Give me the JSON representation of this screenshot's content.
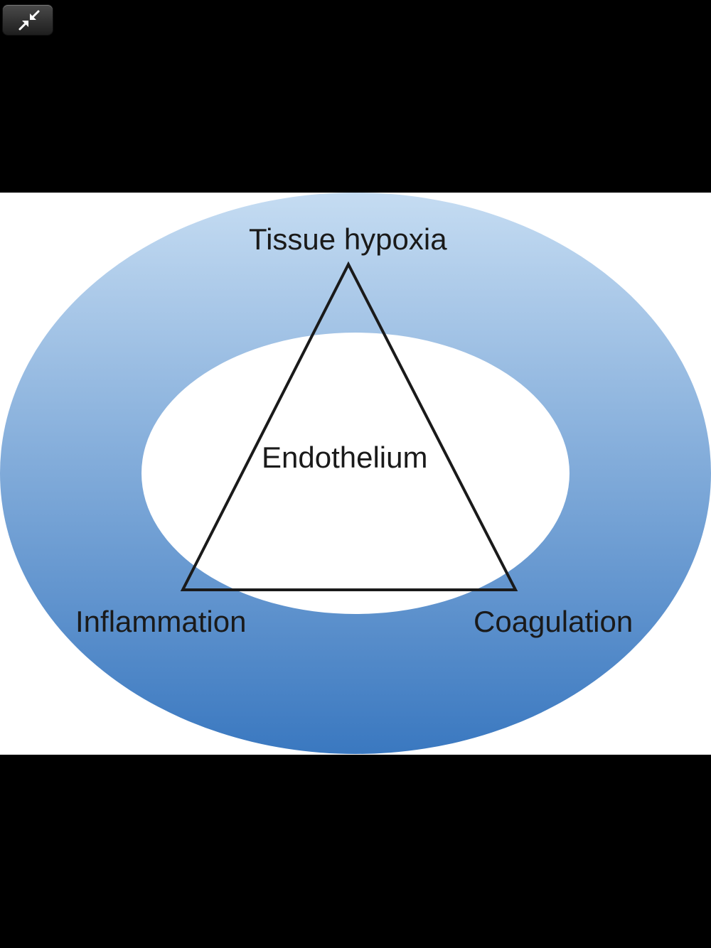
{
  "viewer": {
    "collapse_icon": "collapse-arrows-icon"
  },
  "diagram": {
    "vertex_top": "Tissue hypoxia",
    "vertex_left": "Inflammation",
    "vertex_right": "Coagulation",
    "center": "Endothelium",
    "colors": {
      "ring_top": "#c5dcf2",
      "ring_bottom": "#3a78c0",
      "triangle_stroke": "#1a1a1a",
      "background": "#ffffff",
      "outer_background": "#000000"
    }
  }
}
